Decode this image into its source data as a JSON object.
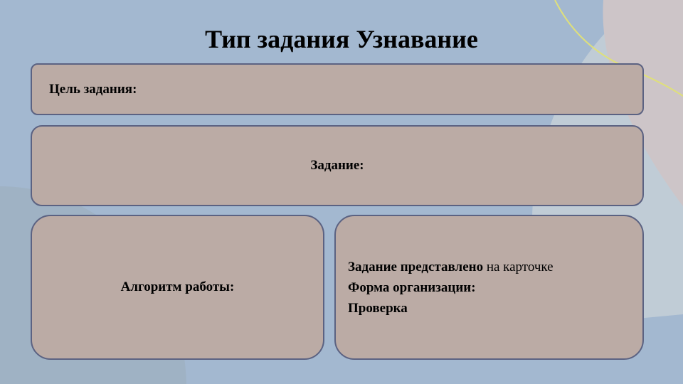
{
  "title": "Тип задания Узнавание",
  "goal_label": "Цель задания:",
  "task_label": "Задание:",
  "algorithm_label": "Алгоритм работы:",
  "details": {
    "line1_bold": "Задание представлено",
    "line1_normal": " на карточке",
    "line2": "Форма организации:",
    "line3": "Проверка"
  },
  "colors": {
    "box": "#bbaba5",
    "border": "#5b6282",
    "accent_line": "#dfe07a"
  }
}
